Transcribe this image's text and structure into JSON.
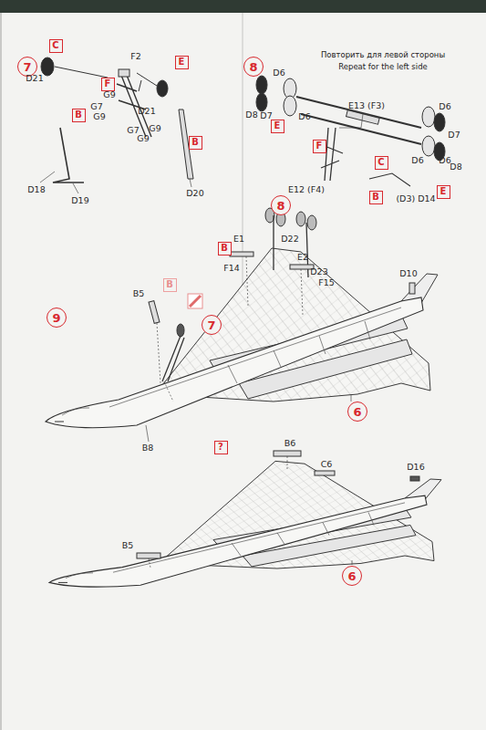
{
  "diagram": {
    "nodes": [
      {
        "text": [
          "7"
        ]
      },
      {
        "text": [
          "C"
        ]
      },
      {
        "text": [
          "E"
        ]
      },
      {
        "text": [
          "F"
        ]
      },
      {
        "text": [
          "B"
        ]
      },
      {
        "text": [
          "B"
        ]
      },
      {
        "text": [
          "8"
        ]
      },
      {
        "text": [
          "E"
        ]
      },
      {
        "text": [
          "F"
        ]
      },
      {
        "text": [
          "C"
        ]
      },
      {
        "text": [
          "B"
        ]
      },
      {
        "text": [
          "E"
        ]
      },
      {
        "text": [
          "9"
        ]
      },
      {
        "text": [
          "8"
        ]
      },
      {
        "text": [
          "B"
        ]
      },
      {
        "text": [
          "B"
        ]
      },
      {
        "text": [
          "7"
        ]
      },
      {
        "text": [
          "6"
        ]
      },
      {
        "text": [
          "?"
        ]
      },
      {
        "text": [
          "6"
        ]
      }
    ],
    "labels": [
      "D21",
      "F2",
      "G9",
      "G7",
      "G9",
      "D21",
      "G7",
      "G9",
      "G9",
      "D18",
      "D19",
      "D20",
      "Повторить для левой стороны",
      "Repeat for the left side",
      "D7",
      "D6",
      "D8",
      "D6",
      "E13 (F3)",
      "D6",
      "D7",
      "D6",
      "D6",
      "D8",
      "E12 (F4)",
      "(D3) D14",
      "E1",
      "D22",
      "F14",
      "E2",
      "D23",
      "F15",
      "D10",
      "B5",
      "B8",
      "B6",
      "C6",
      "D16",
      "B5"
    ]
  }
}
